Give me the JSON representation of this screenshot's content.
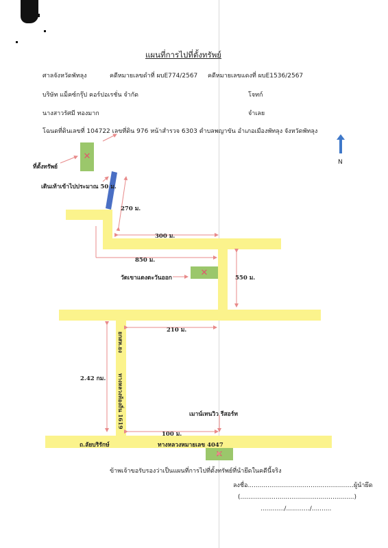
{
  "document": {
    "title": "แผนที่การไปที่ตั้งทรัพย์",
    "court": "ศาลจังหวัดพัทลุง",
    "black_case": "คดีหมายเลขดำที่ ผบE774/2567",
    "red_case": "คดีหมายเลขแดงที่ ผบE1536/2567",
    "plaintiff": "บริษัท แม็คซ์กรุ๊ป คอร์ปอเรชั่น จำกัด",
    "plaintiff_role": "โจทก์",
    "defendant": "นางสาวรัศมี ทองมาก",
    "defendant_role": "จำเลย",
    "land_line": "โฉนดที่ดินเลขที่  104722 เลขที่ดิน  976 หน้าสำรวจ  6303  ตำบลพญาขัน   อำเภอเมืองพัทลุง  จังหวัดพัทลุง",
    "north": "N"
  },
  "map": {
    "property_label": "ที่ตั้งทรัพย์",
    "walk_label": "เดินเท้าเข้าไปประมาณ 50 ม.",
    "temple_label": "วัดเขาแดงตะวันออก",
    "resort_label": "เมาน์เทนวิว รีสอร์ท",
    "alley_label": "ถ.ลัยบริรักษ์",
    "highway_label": "ทางหลวงหมายเลข 4047",
    "road_1619": "ทางหลวงท้องถิ่น 1619",
    "road_vert_b": "ยกสห.ยง",
    "d_270": "270 ม.",
    "d_300": "300 ม.",
    "d_850": "850 ม.",
    "d_550": "550 ม.",
    "d_210": "210 ม.",
    "d_242": "2.42 กม.",
    "d_100": "100 ม."
  },
  "footer": {
    "certify": "ข้าพเจ้าขอรับรองว่าเป็นแผนที่การไปที่ตั้งทรัพย์ที่นำยึดในคดีนี้จริง",
    "sign_prefix": "ลงชื่อ",
    "sign_line": "......................................................",
    "sign_role": "ผู้นำยึด",
    "name_line": "(..........................................................)",
    "date_line": "............/............/.........."
  },
  "colors": {
    "road": "#fbf38c",
    "plot": "#9bc76b",
    "path": "#4a6fc4",
    "arrow": "#e88a8a",
    "cross": "#e1556d",
    "north_arrow": "#3f78c9"
  }
}
